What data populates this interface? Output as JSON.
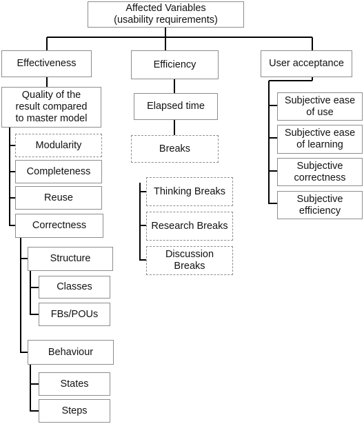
{
  "diagram": {
    "root": "Affected Variables\n(usability requirements)",
    "effectiveness": {
      "label": "Effectiveness",
      "quality": "Quality of the\nresult compared\nto master model",
      "modularity": "Modularity",
      "completeness": "Completeness",
      "reuse": "Reuse",
      "correctness": "Correctness",
      "structure": "Structure",
      "classes": "Classes",
      "fbs_pous": "FBs/POUs",
      "behaviour": "Behaviour",
      "states": "States",
      "steps": "Steps"
    },
    "efficiency": {
      "label": "Efficiency",
      "elapsed_time": "Elapsed time",
      "breaks": "Breaks",
      "thinking_breaks": "Thinking Breaks",
      "research_breaks": "Research Breaks",
      "discussion_breaks": "Discussion\nBreaks"
    },
    "user_acceptance": {
      "label": "User acceptance",
      "ease_of_use": "Subjective ease\nof use",
      "ease_of_learning": "Subjective ease\nof learning",
      "correctness": "Subjective\ncorrectness",
      "efficiency": "Subjective\nefficiency"
    }
  }
}
